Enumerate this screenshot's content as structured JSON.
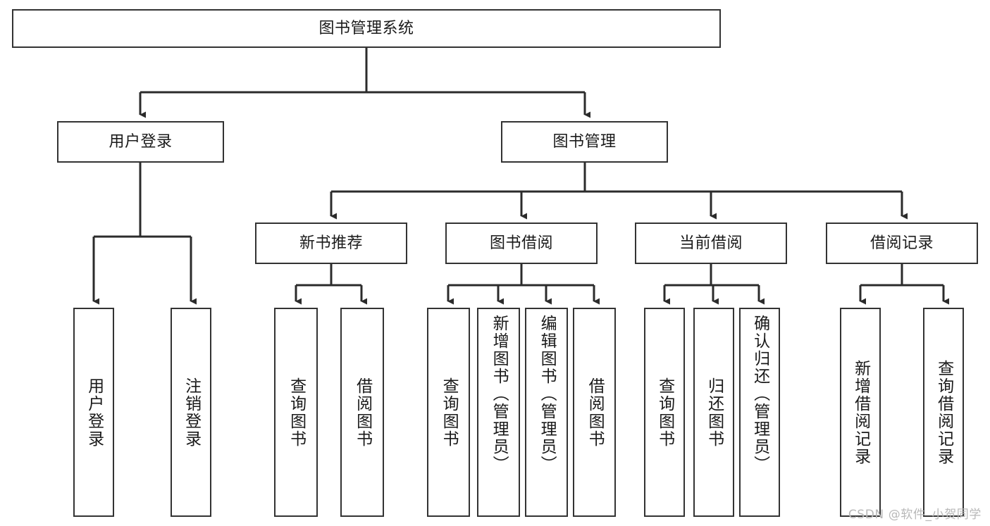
{
  "diagram": {
    "title": "图书管理系统",
    "type": "tree",
    "colors": {
      "background": "#ffffff",
      "box_border": "#333333",
      "box_fill": "#ffffff",
      "text": "#1a1a1a",
      "edge": "#2b2b2b",
      "watermark": "#b8b8b8"
    },
    "watermark": "CSDN @软件_小贺同学",
    "nodes": {
      "root": {
        "label": "图书管理系统"
      },
      "level2": [
        {
          "id": "user-login",
          "label": "用户登录"
        },
        {
          "id": "book-management",
          "label": "图书管理"
        }
      ],
      "level3": [
        {
          "id": "new-book-recommend",
          "label": "新书推荐"
        },
        {
          "id": "book-borrow",
          "label": "图书借阅"
        },
        {
          "id": "current-borrow",
          "label": "当前借阅"
        },
        {
          "id": "borrow-record",
          "label": "借阅记录"
        }
      ],
      "leaves": {
        "user_login": [
          {
            "id": "leaf-user-login",
            "label": "用户登录"
          },
          {
            "id": "leaf-logout-login",
            "label": "注销登录"
          }
        ],
        "new_book_recommend": [
          {
            "id": "leaf-query-book-1",
            "label": "查询图书"
          },
          {
            "id": "leaf-borrow-book-1",
            "label": "借阅图书"
          }
        ],
        "book_borrow": [
          {
            "id": "leaf-query-book-2",
            "label": "查询图书"
          },
          {
            "id": "leaf-add-book-admin",
            "label": "新增图书（管理员）"
          },
          {
            "id": "leaf-edit-book-admin",
            "label": "编辑图书（管理员）"
          },
          {
            "id": "leaf-borrow-book-2",
            "label": "借阅图书"
          }
        ],
        "current_borrow": [
          {
            "id": "leaf-query-book-3",
            "label": "查询图书"
          },
          {
            "id": "leaf-return-book",
            "label": "归还图书"
          },
          {
            "id": "leaf-confirm-return-admin",
            "label": "确认归还（管理员）"
          }
        ],
        "borrow_record": [
          {
            "id": "leaf-add-borrow-record",
            "label": "新增借阅记录"
          },
          {
            "id": "leaf-query-borrow-record",
            "label": "查询借阅记录"
          }
        ]
      }
    }
  }
}
